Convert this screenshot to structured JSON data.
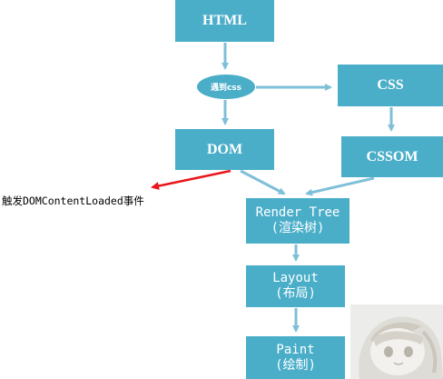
{
  "nodes": {
    "html": "HTML",
    "encounter_css": "遇到css",
    "css": "CSS",
    "dom": "DOM",
    "cssom": "CSSOM",
    "render_tree": "Render Tree",
    "render_tree_sub": "(渲染树)",
    "layout": "Layout",
    "layout_sub": "(布局)",
    "paint": "Paint",
    "paint_sub": "(绘制)"
  },
  "annotation": "触发DOMContentLoaded事件",
  "colors": {
    "box": "#4aaec9",
    "arrow": "#7fc0d8",
    "highlight_arrow": "#e8161b",
    "text": "#ffffff"
  },
  "watermark": {
    "icon": "anime-character-illustration"
  }
}
